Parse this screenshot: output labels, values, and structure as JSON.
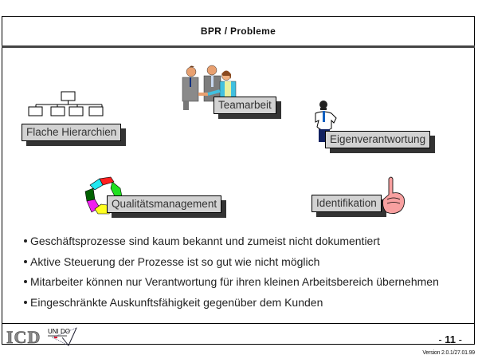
{
  "slide": {
    "title": "BPR / Probleme",
    "labels": {
      "flache_hierarchien": "Flache Hierarchien",
      "teamarbeit": "Teamarbeit",
      "eigenverantwortung": "Eigenverantwortung",
      "qualitaetsmanagement": "Qualitätsmanagement",
      "identifikation": "Identifikation"
    },
    "bullets": [
      "Geschäftsprozesse sind kaum bekannt und zumeist nicht dokumentiert",
      "Aktive Steuerung der Prozesse ist so gut wie nicht möglich",
      "Mitarbeiter können nur Verantwortung für ihren kleinen Arbeitsbereich übernehmen",
      "Eingeschränkte Auskunftsfähigkeit gegenüber dem Kunden"
    ]
  },
  "footer": {
    "logo_icd": "ICD",
    "logo_unido": "UNI DO",
    "page_number": "11",
    "page_prefix": "-",
    "page_suffix": "-",
    "version": "Version 2.0.1/27.01.99"
  },
  "icons": {
    "org_chart": "org-chart-icon",
    "team": "team-handshake-icon",
    "person": "person-icon",
    "cycle": "cycle-arrows-icon",
    "hand": "pointing-hand-icon"
  },
  "colors": {
    "label_bg": "#d2d2d2",
    "shadow": "#333333",
    "divider": "#444444"
  }
}
